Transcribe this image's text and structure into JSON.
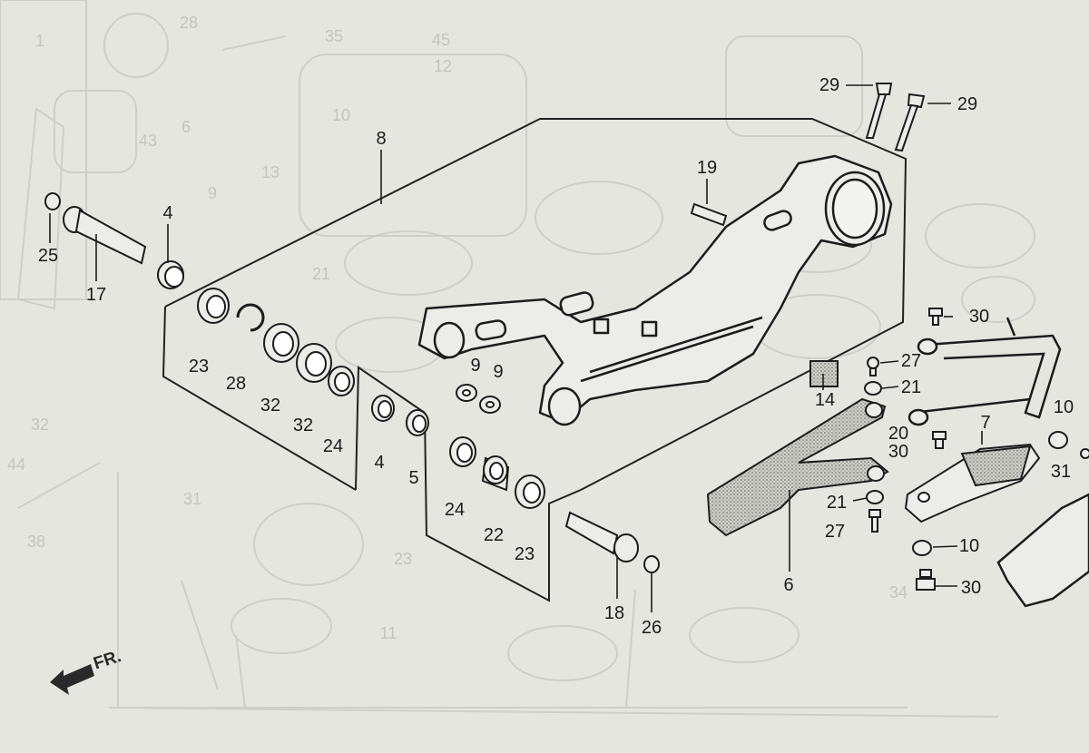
{
  "diagram": {
    "front_marker": "FR.",
    "callouts": [
      "29",
      "29",
      "8",
      "19",
      "4",
      "25",
      "17",
      "23",
      "28",
      "32",
      "32",
      "24",
      "9",
      "9",
      "4",
      "5",
      "24",
      "22",
      "23",
      "18",
      "26",
      "14",
      "30",
      "27",
      "21",
      "20",
      "30",
      "10",
      "7",
      "31",
      "21",
      "27",
      "6",
      "10",
      "30"
    ],
    "background_callouts": [
      "1",
      "28",
      "35",
      "45",
      "12",
      "10",
      "13",
      "9",
      "21",
      "43",
      "6",
      "32",
      "44",
      "31",
      "38",
      "23",
      "11",
      "34"
    ]
  },
  "colors": {
    "paper": "#e6e6e1",
    "ink": "#1c1c1c",
    "ghost_ink": "#c4c4bf",
    "stipple": "#8a8a86"
  }
}
